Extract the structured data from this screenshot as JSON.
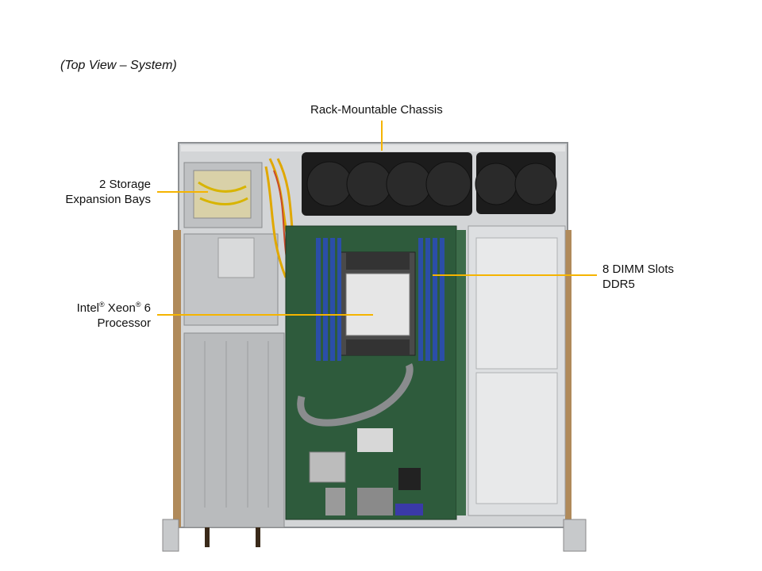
{
  "caption": "(Top View – System)",
  "callouts": {
    "chassis": "Rack-Mountable Chassis",
    "storage_line1": "2 Storage",
    "storage_line2": "Expansion Bays",
    "dimm_line1": "8 DIMM Slots",
    "dimm_line2": "DDR5",
    "cpu_brand1": "Intel",
    "cpu_reg": "®",
    "cpu_brand2": " Xeon",
    "cpu_reg2": "®",
    "cpu_brand3": " 6",
    "cpu_line2": "Processor"
  },
  "colors": {
    "leader_line": "#f5b400",
    "chassis_metal": "#c9cbcd",
    "motherboard": "#2e5b3c",
    "dimm": "#2b4ea8",
    "fan": "#1c1c1c"
  }
}
